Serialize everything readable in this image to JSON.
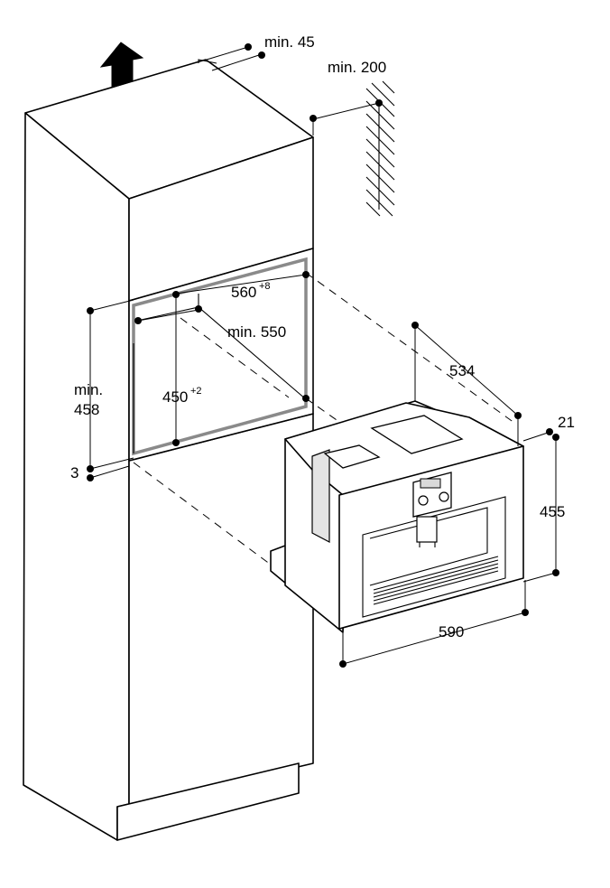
{
  "diagram": {
    "labels": {
      "min_45": "min. 45",
      "min_200": "min. 200",
      "dim_560": "560",
      "dim_560_tol": "+8",
      "min_550": "min. 550",
      "min_458_line1": "min.",
      "min_458_line2": "458",
      "dim_450": "450",
      "dim_450_tol": "+2",
      "dim_3": "3",
      "dim_534": "534",
      "dim_21": "21",
      "dim_455": "455",
      "dim_590": "590"
    },
    "icons": {
      "airflow_arrow": "up-arrow-icon"
    },
    "colors": {
      "line": "#000000",
      "niche_frame": "#8a8a8a",
      "panel_fill": "#e4e4e4",
      "background": "#ffffff"
    }
  }
}
